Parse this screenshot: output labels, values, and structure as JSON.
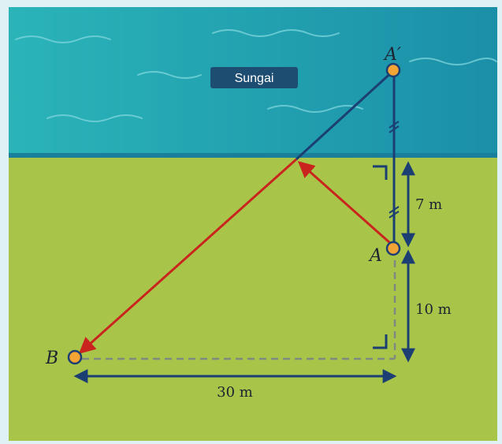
{
  "river_label": "Sungai",
  "points": {
    "a": "A",
    "a_prime": "A′",
    "b": "B"
  },
  "distances": {
    "a_to_river": "7 m",
    "a_to_b_line": "10 m",
    "horizontal": "30 m"
  },
  "colors": {
    "river_top": "#2bb0b5",
    "river_bottom": "#1a8ea8",
    "grass": "#a8c54a",
    "path_arrow": "#c9251e",
    "measure": "#1c3f73",
    "point_fill": "#f4a434",
    "dashed": "#7c8a80"
  }
}
